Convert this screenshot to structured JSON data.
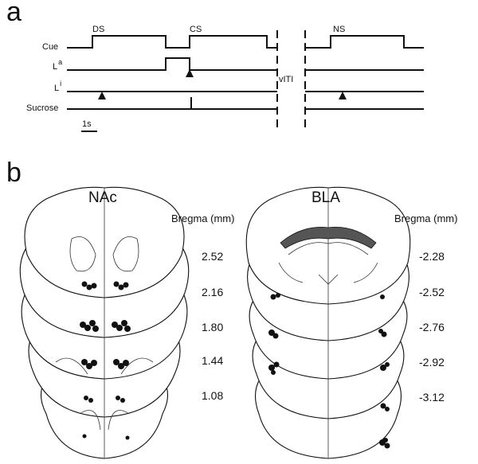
{
  "panel_a": {
    "label": "a",
    "rows": [
      {
        "label": "Cue",
        "superscript": ""
      },
      {
        "label": "L",
        "superscript": "a"
      },
      {
        "label": "L",
        "superscript": "i"
      },
      {
        "label": "Sucrose",
        "superscript": ""
      }
    ],
    "events": {
      "ds": "DS",
      "cs": "CS",
      "ns": "NS"
    },
    "iti_label": "vITI",
    "scale_bar": "1s"
  },
  "panel_b": {
    "label": "b",
    "nac": {
      "title": "NAc",
      "bregma_header": "Bregma (mm)",
      "bregma_values": [
        "2.52",
        "2.16",
        "1.80",
        "1.44",
        "1.08"
      ]
    },
    "bla": {
      "title": "BLA",
      "bregma_header": "Bregma (mm)",
      "bregma_values": [
        "-2.28",
        "-2.52",
        "-2.76",
        "-2.92",
        "-3.12"
      ]
    }
  }
}
